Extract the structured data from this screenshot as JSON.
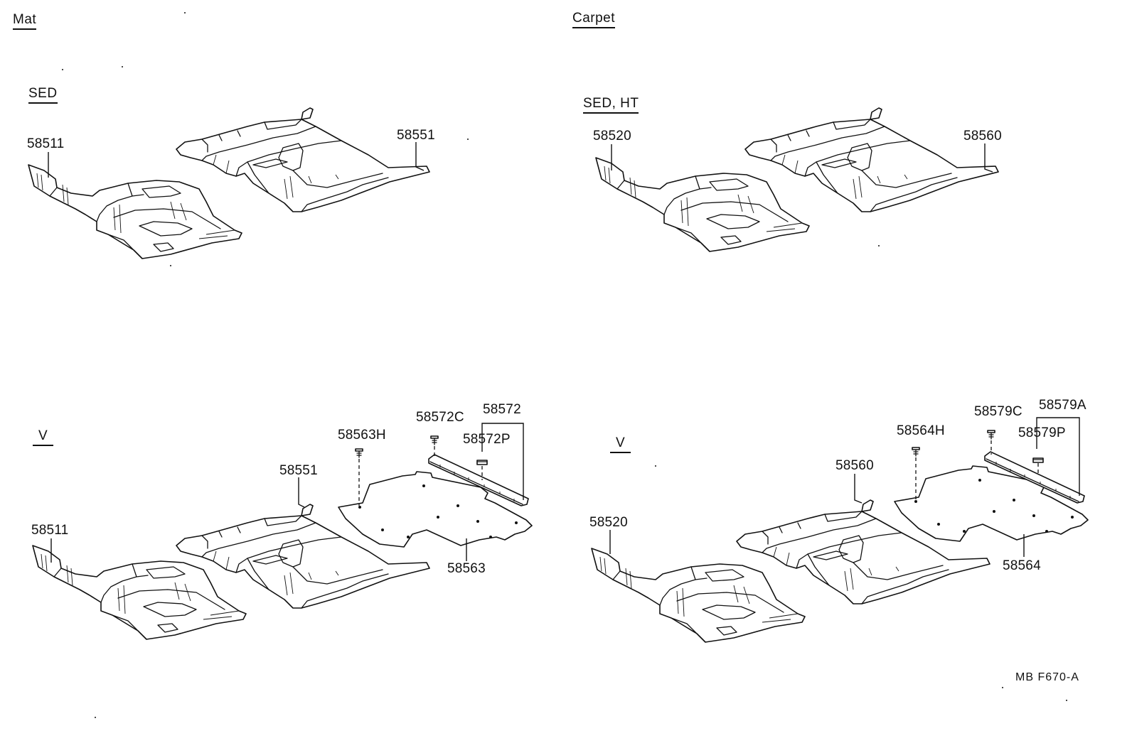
{
  "sections": {
    "mat": "Mat",
    "carpet": "Carpet"
  },
  "variants": {
    "mat_top": "SED",
    "carpet_top": "SED, HT",
    "mat_bottom": "V",
    "carpet_bottom": "V"
  },
  "mat_sed": {
    "front_part": "58511",
    "rear_part": "58551"
  },
  "carpet_sed_ht": {
    "front_part": "58520",
    "rear_part": "58560"
  },
  "mat_v": {
    "front_part": "58511",
    "rear_part": "58551",
    "cargo_mat": "58563",
    "clip": "58563H",
    "plate_screw": "58572C",
    "plate": "58572",
    "plate_plug": "58572P"
  },
  "carpet_v": {
    "front_part": "58520",
    "rear_part": "58560",
    "cargo_mat": "58564",
    "clip": "58564H",
    "plate_screw": "58579C",
    "plate": "58579A",
    "plate_plug": "58579P"
  },
  "figure_code": "MB  F670-A"
}
